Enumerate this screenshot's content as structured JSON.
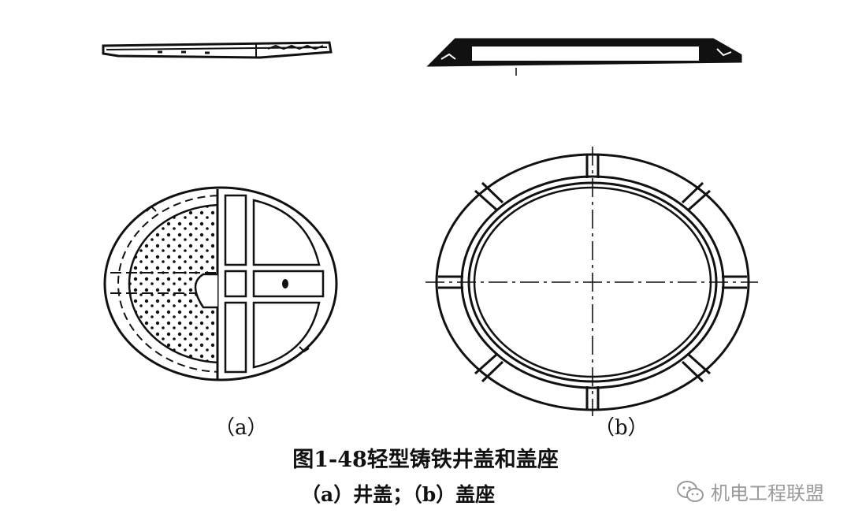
{
  "labels": {
    "a": "（a）",
    "b": "（b）"
  },
  "caption": {
    "title": "图1-48轻型铸铁井盖和盖座",
    "subtitle": "（a）井盖；（b）盖座"
  },
  "watermark": {
    "text": "机电工程联盟",
    "icon": "wechat-icon"
  },
  "colors": {
    "ink": "#111111",
    "watermark": "#9a9a9a"
  }
}
